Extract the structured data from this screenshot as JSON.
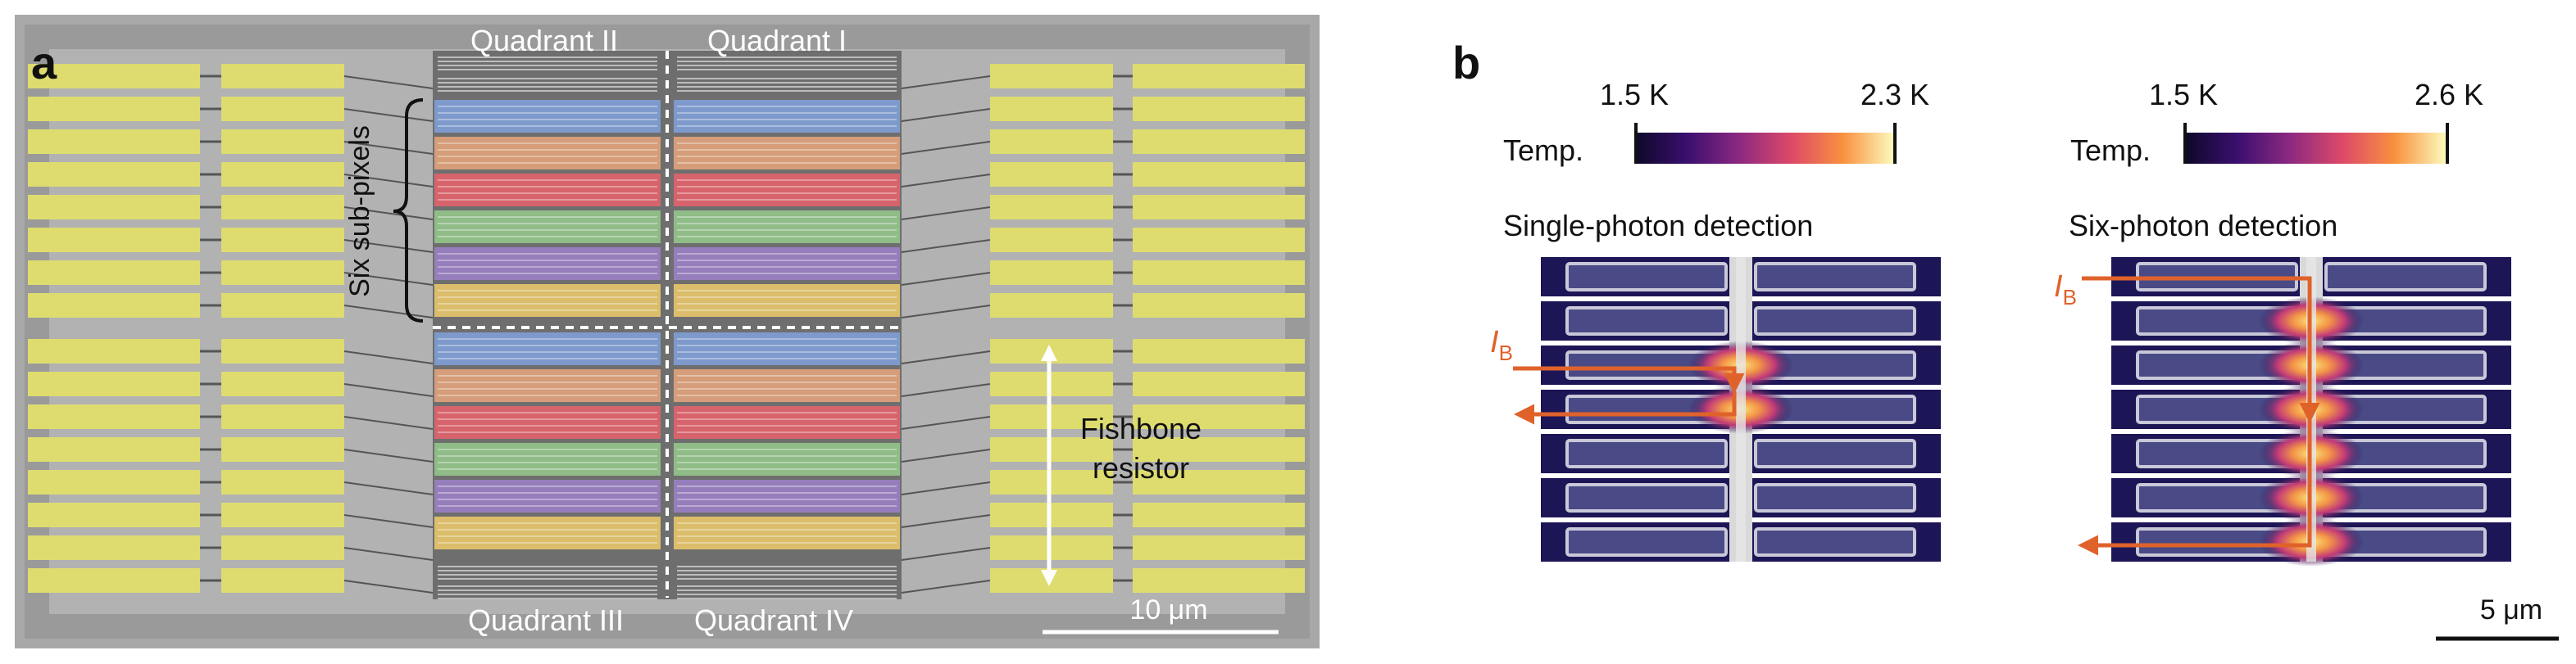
{
  "panel_a": {
    "letter": "a",
    "quadrants": {
      "q2": "Quadrant II",
      "q1": "Quadrant I",
      "q3": "Quadrant III",
      "q4": "Quadrant IV"
    },
    "subpixels_label": "Six sub-pixels",
    "resistor_label_line1": "Fishbone",
    "resistor_label_line2": "resistor",
    "scalebar_label": "10 μm",
    "colors": {
      "subpixels": [
        "#7f9fd6",
        "#e0a27a",
        "#e2636b",
        "#94c48a",
        "#9a7fc4",
        "#e7c56a"
      ],
      "pads": "#dedc6f",
      "substrate": "#a8a8a8"
    }
  },
  "panel_b": {
    "letter": "b",
    "left": {
      "title": "Single-photon detection",
      "temp_label": "Temp.",
      "cbar_min": "1.5 K",
      "cbar_max": "2.3 K",
      "current_label": "I",
      "current_subscript": "B",
      "hot_rows": 2
    },
    "right": {
      "title": "Six-photon detection",
      "temp_label": "Temp.",
      "cbar_min": "1.5 K",
      "cbar_max": "2.6 K",
      "current_label": "I",
      "current_subscript": "B",
      "hot_rows": 6
    },
    "scalebar_label": "5 μm",
    "colors": {
      "background": "#1d1656",
      "arrow": "#e0622b"
    }
  }
}
